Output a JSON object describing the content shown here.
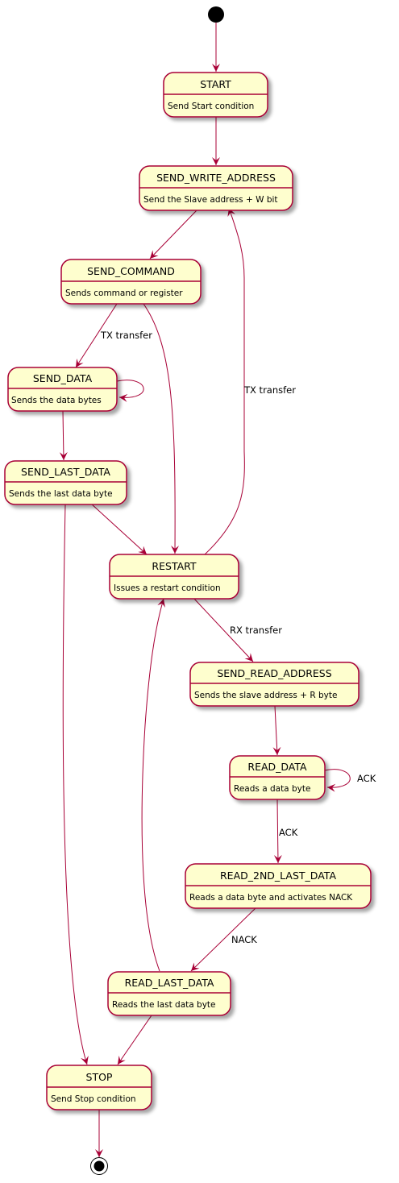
{
  "diagram": {
    "type": "state-machine",
    "colors": {
      "state_fill": "#FEFECE",
      "border": "#A80036",
      "arrow": "#A80036",
      "marker": "#000000"
    },
    "states": [
      {
        "id": "START",
        "title": "START",
        "desc": "Send Start condition"
      },
      {
        "id": "SEND_WRITE_ADDRESS",
        "title": "SEND_WRITE_ADDRESS",
        "desc": "Send the Slave address + W bit"
      },
      {
        "id": "SEND_COMMAND",
        "title": "SEND_COMMAND",
        "desc": "Sends command or register"
      },
      {
        "id": "SEND_DATA",
        "title": "SEND_DATA",
        "desc": "Sends the data bytes"
      },
      {
        "id": "SEND_LAST_DATA",
        "title": "SEND_LAST_DATA",
        "desc": "Sends the last data byte"
      },
      {
        "id": "RESTART",
        "title": "RESTART",
        "desc": "Issues a restart condition"
      },
      {
        "id": "SEND_READ_ADDRESS",
        "title": "SEND_READ_ADDRESS",
        "desc": "Sends the slave address + R byte"
      },
      {
        "id": "READ_DATA",
        "title": "READ_DATA",
        "desc": "Reads a data byte"
      },
      {
        "id": "READ_2ND_LAST_DATA",
        "title": "READ_2ND_LAST_DATA",
        "desc": "Reads a data byte and activates NACK"
      },
      {
        "id": "READ_LAST_DATA",
        "title": "READ_LAST_DATA",
        "desc": "Reads the last data byte"
      },
      {
        "id": "STOP",
        "title": "STOP",
        "desc": "Send Stop condition"
      }
    ],
    "transitions": [
      {
        "from": "initial",
        "to": "START",
        "label": ""
      },
      {
        "from": "START",
        "to": "SEND_WRITE_ADDRESS",
        "label": ""
      },
      {
        "from": "SEND_WRITE_ADDRESS",
        "to": "SEND_COMMAND",
        "label": ""
      },
      {
        "from": "SEND_COMMAND",
        "to": "SEND_DATA",
        "label": "TX transfer"
      },
      {
        "from": "SEND_COMMAND",
        "to": "RESTART",
        "label": ""
      },
      {
        "from": "SEND_DATA",
        "to": "SEND_DATA",
        "label": ""
      },
      {
        "from": "SEND_DATA",
        "to": "SEND_LAST_DATA",
        "label": ""
      },
      {
        "from": "SEND_LAST_DATA",
        "to": "RESTART",
        "label": ""
      },
      {
        "from": "SEND_LAST_DATA",
        "to": "STOP",
        "label": ""
      },
      {
        "from": "RESTART",
        "to": "SEND_WRITE_ADDRESS",
        "label": "TX transfer"
      },
      {
        "from": "RESTART",
        "to": "SEND_READ_ADDRESS",
        "label": "RX transfer"
      },
      {
        "from": "SEND_READ_ADDRESS",
        "to": "READ_DATA",
        "label": ""
      },
      {
        "from": "READ_DATA",
        "to": "READ_DATA",
        "label": "ACK"
      },
      {
        "from": "READ_DATA",
        "to": "READ_2ND_LAST_DATA",
        "label": "ACK"
      },
      {
        "from": "READ_2ND_LAST_DATA",
        "to": "READ_LAST_DATA",
        "label": "NACK"
      },
      {
        "from": "READ_LAST_DATA",
        "to": "RESTART",
        "label": ""
      },
      {
        "from": "READ_LAST_DATA",
        "to": "STOP",
        "label": ""
      },
      {
        "from": "STOP",
        "to": "final",
        "label": ""
      }
    ]
  }
}
